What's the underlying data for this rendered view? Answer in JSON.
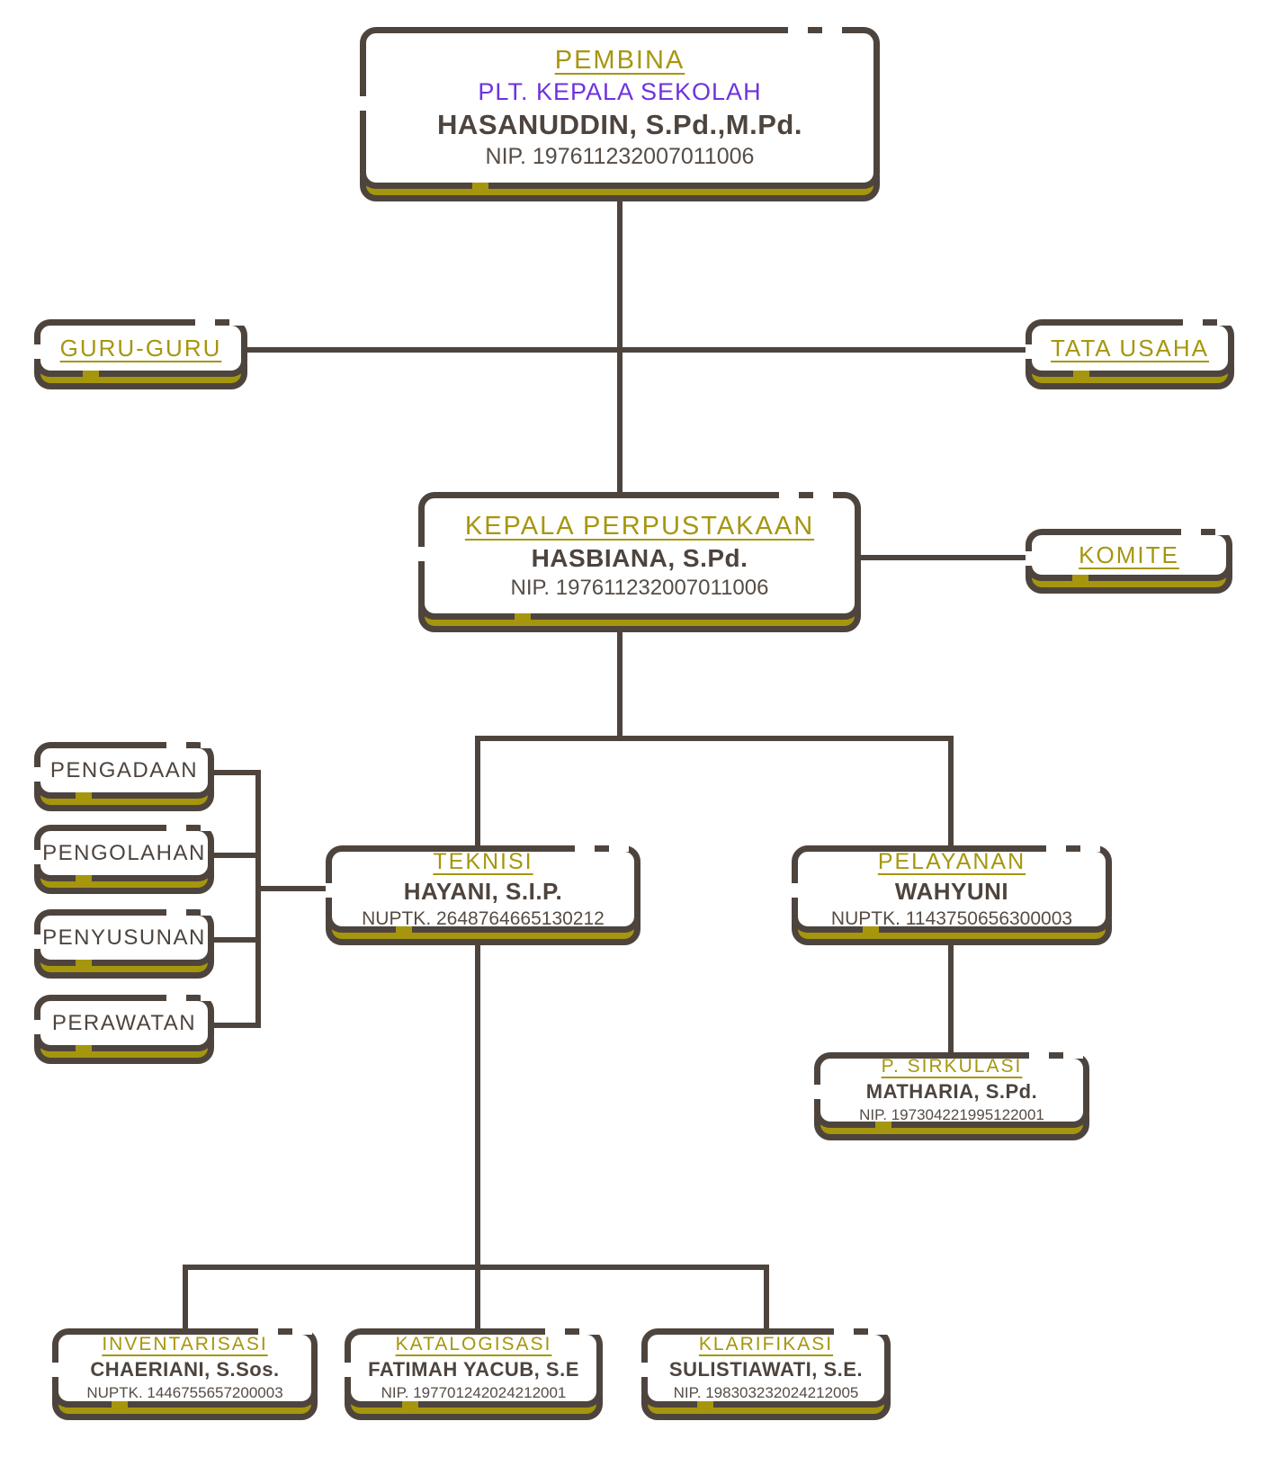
{
  "colors": {
    "border_brown": "#4e443e",
    "accent_olive": "#a6960e",
    "subtitle_purple": "#6e32dd",
    "meta_text": "#564c45",
    "background": "#ffffff"
  },
  "nodes": {
    "pembina": {
      "title": "PEMBINA",
      "subtitle": "PLT. KEPALA SEKOLAH",
      "name": "HASANUDDIN, S.Pd.,M.Pd.",
      "id": "NIP. 197611232007011006"
    },
    "guru_guru": {
      "title": "GURU-GURU"
    },
    "tata_usaha": {
      "title": "TATA USAHA"
    },
    "kepala": {
      "title": "KEPALA PERPUSTAKAAN",
      "name": "HASBIANA, S.Pd.",
      "id": "NIP. 197611232007011006"
    },
    "komite": {
      "title": "KOMITE"
    },
    "teknisi": {
      "title": "TEKNISI",
      "name": "HAYANI, S.I.P.",
      "id": "NUPTK. 2648764665130212"
    },
    "pelayanan": {
      "title": "PELAYANAN",
      "name": "WAHYUNI",
      "id": "NUPTK. 1143750656300003"
    },
    "sirkulasi": {
      "title": "P. SIRKULASI",
      "name": "MATHARIA, S.Pd.",
      "id": "NIP. 197304221995122001"
    },
    "pengadaan": {
      "title": "PENGADAAN"
    },
    "pengolahan": {
      "title": "PENGOLAHAN"
    },
    "penyusunan": {
      "title": "PENYUSUNAN"
    },
    "perawatan": {
      "title": "PERAWATAN"
    },
    "inventarisasi": {
      "title": "INVENTARISASI",
      "name": "CHAERIANI, S.Sos.",
      "id": "NUPTK. 1446755657200003"
    },
    "katalogisasi": {
      "title": "KATALOGISASI",
      "name": "FATIMAH YACUB, S.E",
      "id": "NIP. 197701242024212001"
    },
    "klarifikasi": {
      "title": "KLARIFIKASI",
      "name": "SULISTIAWATI, S.E.",
      "id": "NIP. 198303232024212005"
    }
  }
}
